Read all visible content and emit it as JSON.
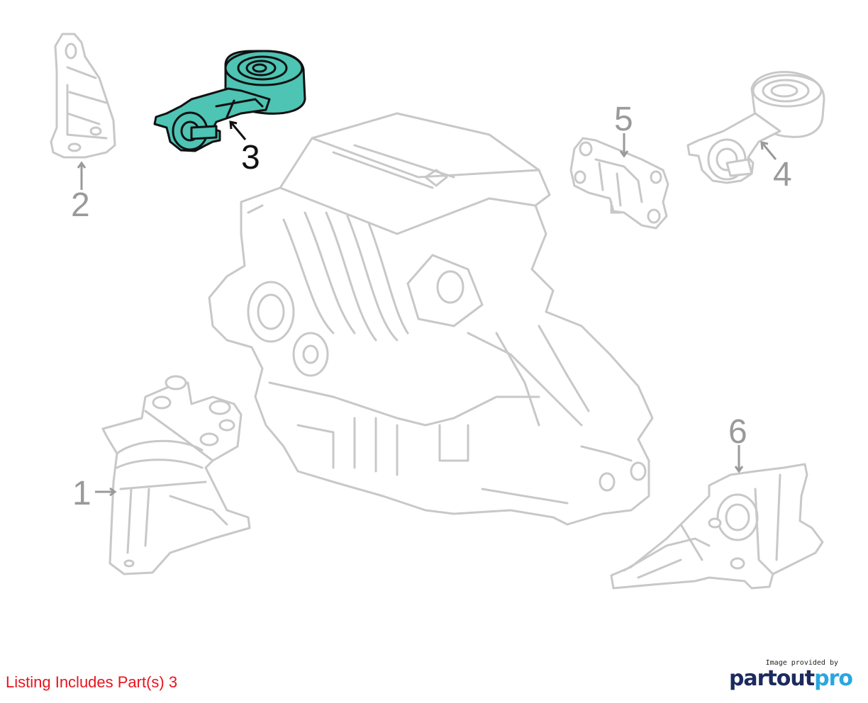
{
  "diagram": {
    "callouts": [
      {
        "id": "1",
        "label": "1",
        "highlighted": false
      },
      {
        "id": "2",
        "label": "2",
        "highlighted": false
      },
      {
        "id": "3",
        "label": "3",
        "highlighted": true
      },
      {
        "id": "4",
        "label": "4",
        "highlighted": false
      },
      {
        "id": "5",
        "label": "5",
        "highlighted": false
      },
      {
        "id": "6",
        "label": "6",
        "highlighted": false
      }
    ],
    "highlight_color": "#4dc4b4",
    "line_color": "#c8c8c8"
  },
  "footer": {
    "listing_text": "Listing Includes Part(s) 3",
    "listing_color": "#e8141e",
    "credit_small": "Image provided by",
    "credit_logo_part1": "partout",
    "credit_logo_part2": "pro",
    "credit_color_dark": "#1c2a5e",
    "credit_color_accent": "#2aa6e0"
  }
}
